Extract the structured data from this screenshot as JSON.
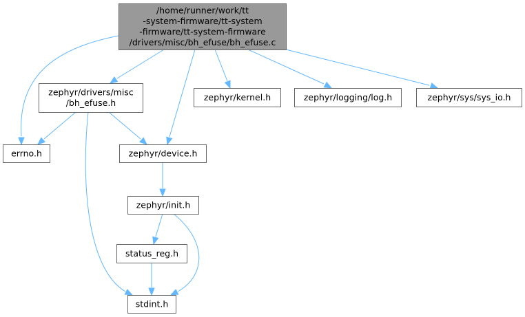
{
  "graph": {
    "root": {
      "lines": [
        "/home/runner/work/tt",
        "-system-firmware/tt-system",
        "-firmware/tt-system-firmware",
        "/drivers/misc/bh_efuse/bh_efuse.c"
      ]
    },
    "nodes": {
      "bh_efuse_h": {
        "lines": [
          "zephyr/drivers/misc",
          "/bh_efuse.h"
        ]
      },
      "kernel_h": {
        "lines": [
          "zephyr/kernel.h"
        ]
      },
      "log_h": {
        "lines": [
          "zephyr/logging/log.h"
        ]
      },
      "sys_io_h": {
        "lines": [
          "zephyr/sys/sys_io.h"
        ]
      },
      "errno_h": {
        "lines": [
          "errno.h"
        ]
      },
      "device_h": {
        "lines": [
          "zephyr/device.h"
        ]
      },
      "init_h": {
        "lines": [
          "zephyr/init.h"
        ]
      },
      "status_reg_h": {
        "lines": [
          "status_reg.h"
        ]
      },
      "stdint_h": {
        "lines": [
          "stdint.h"
        ]
      }
    },
    "edges": [
      [
        "root",
        "errno_h"
      ],
      [
        "root",
        "bh_efuse_h"
      ],
      [
        "root",
        "device_h"
      ],
      [
        "root",
        "kernel_h"
      ],
      [
        "root",
        "log_h"
      ],
      [
        "root",
        "sys_io_h"
      ],
      [
        "bh_efuse_h",
        "errno_h"
      ],
      [
        "bh_efuse_h",
        "device_h"
      ],
      [
        "bh_efuse_h",
        "stdint_h"
      ],
      [
        "device_h",
        "init_h"
      ],
      [
        "init_h",
        "status_reg_h"
      ],
      [
        "init_h",
        "stdint_h"
      ],
      [
        "status_reg_h",
        "stdint_h"
      ]
    ],
    "colors": {
      "root_fill": "#999999",
      "node_fill": "#ffffff",
      "node_border": "#666666",
      "edge": "#63b8ff"
    }
  }
}
